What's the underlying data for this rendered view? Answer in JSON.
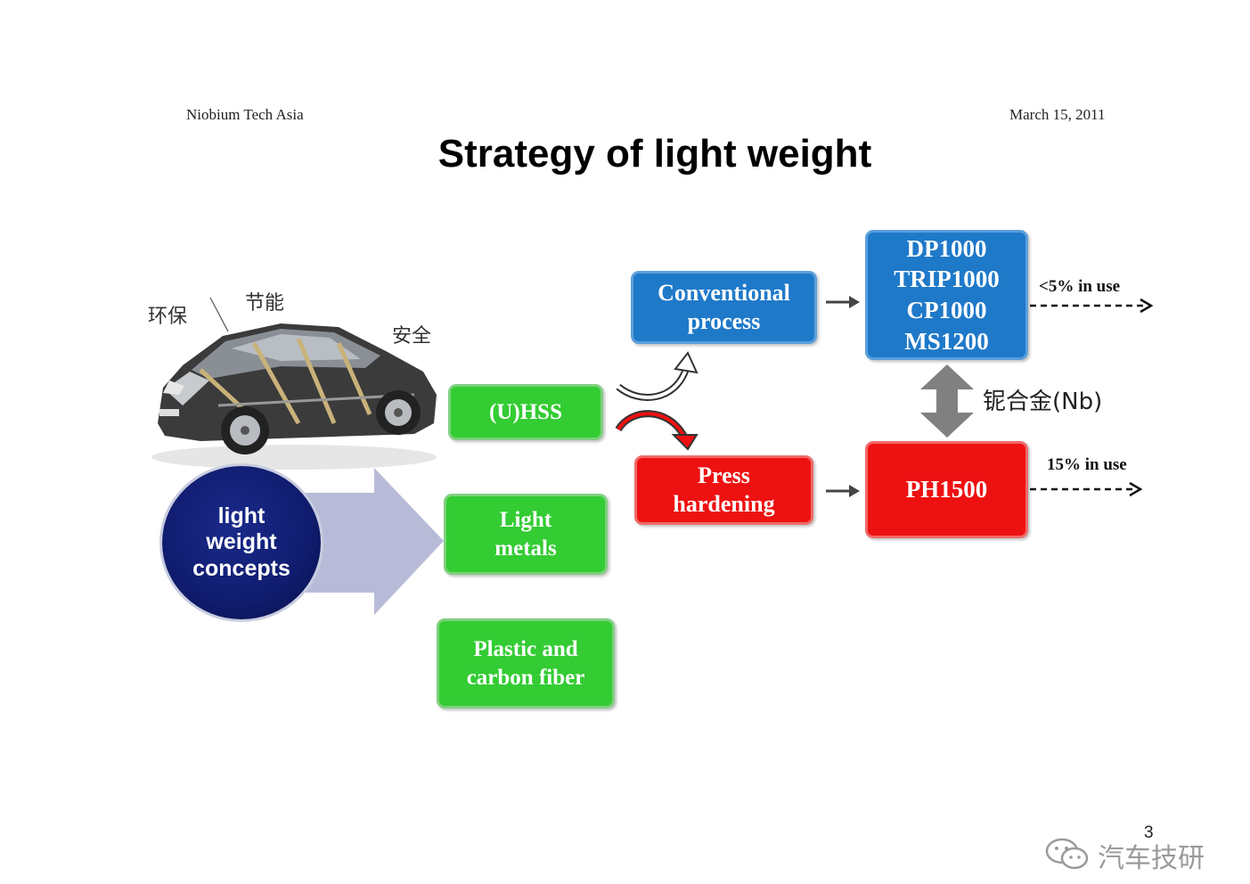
{
  "header": {
    "left": "Niobium Tech Asia",
    "right": "March 15, 2011"
  },
  "title": "Strategy of light weight",
  "car_labels": {
    "eco": "环保",
    "energy": "节能",
    "safety": "安全"
  },
  "concept": "light\nweight\nconcepts",
  "materials": {
    "uhss": "(U)HSS",
    "light_metals": "Light\nmetals",
    "plastic": "Plastic and\ncarbon fiber"
  },
  "processes": {
    "conventional": "Conventional\nprocess",
    "press": "Press\nhardening"
  },
  "steels": {
    "grades": "DP1000\nTRIP1000\nCP1000\nMS1200",
    "ph": "PH1500"
  },
  "usage": {
    "conventional": "<5% in use",
    "press": "15% in use"
  },
  "alloy_label": "铌合金(Nb)",
  "page_number": "3",
  "watermark": "汽车技研",
  "colors": {
    "green": "#33cc33",
    "blue": "#1f79c9",
    "red": "#ee1111",
    "navy": "#101c6e"
  }
}
